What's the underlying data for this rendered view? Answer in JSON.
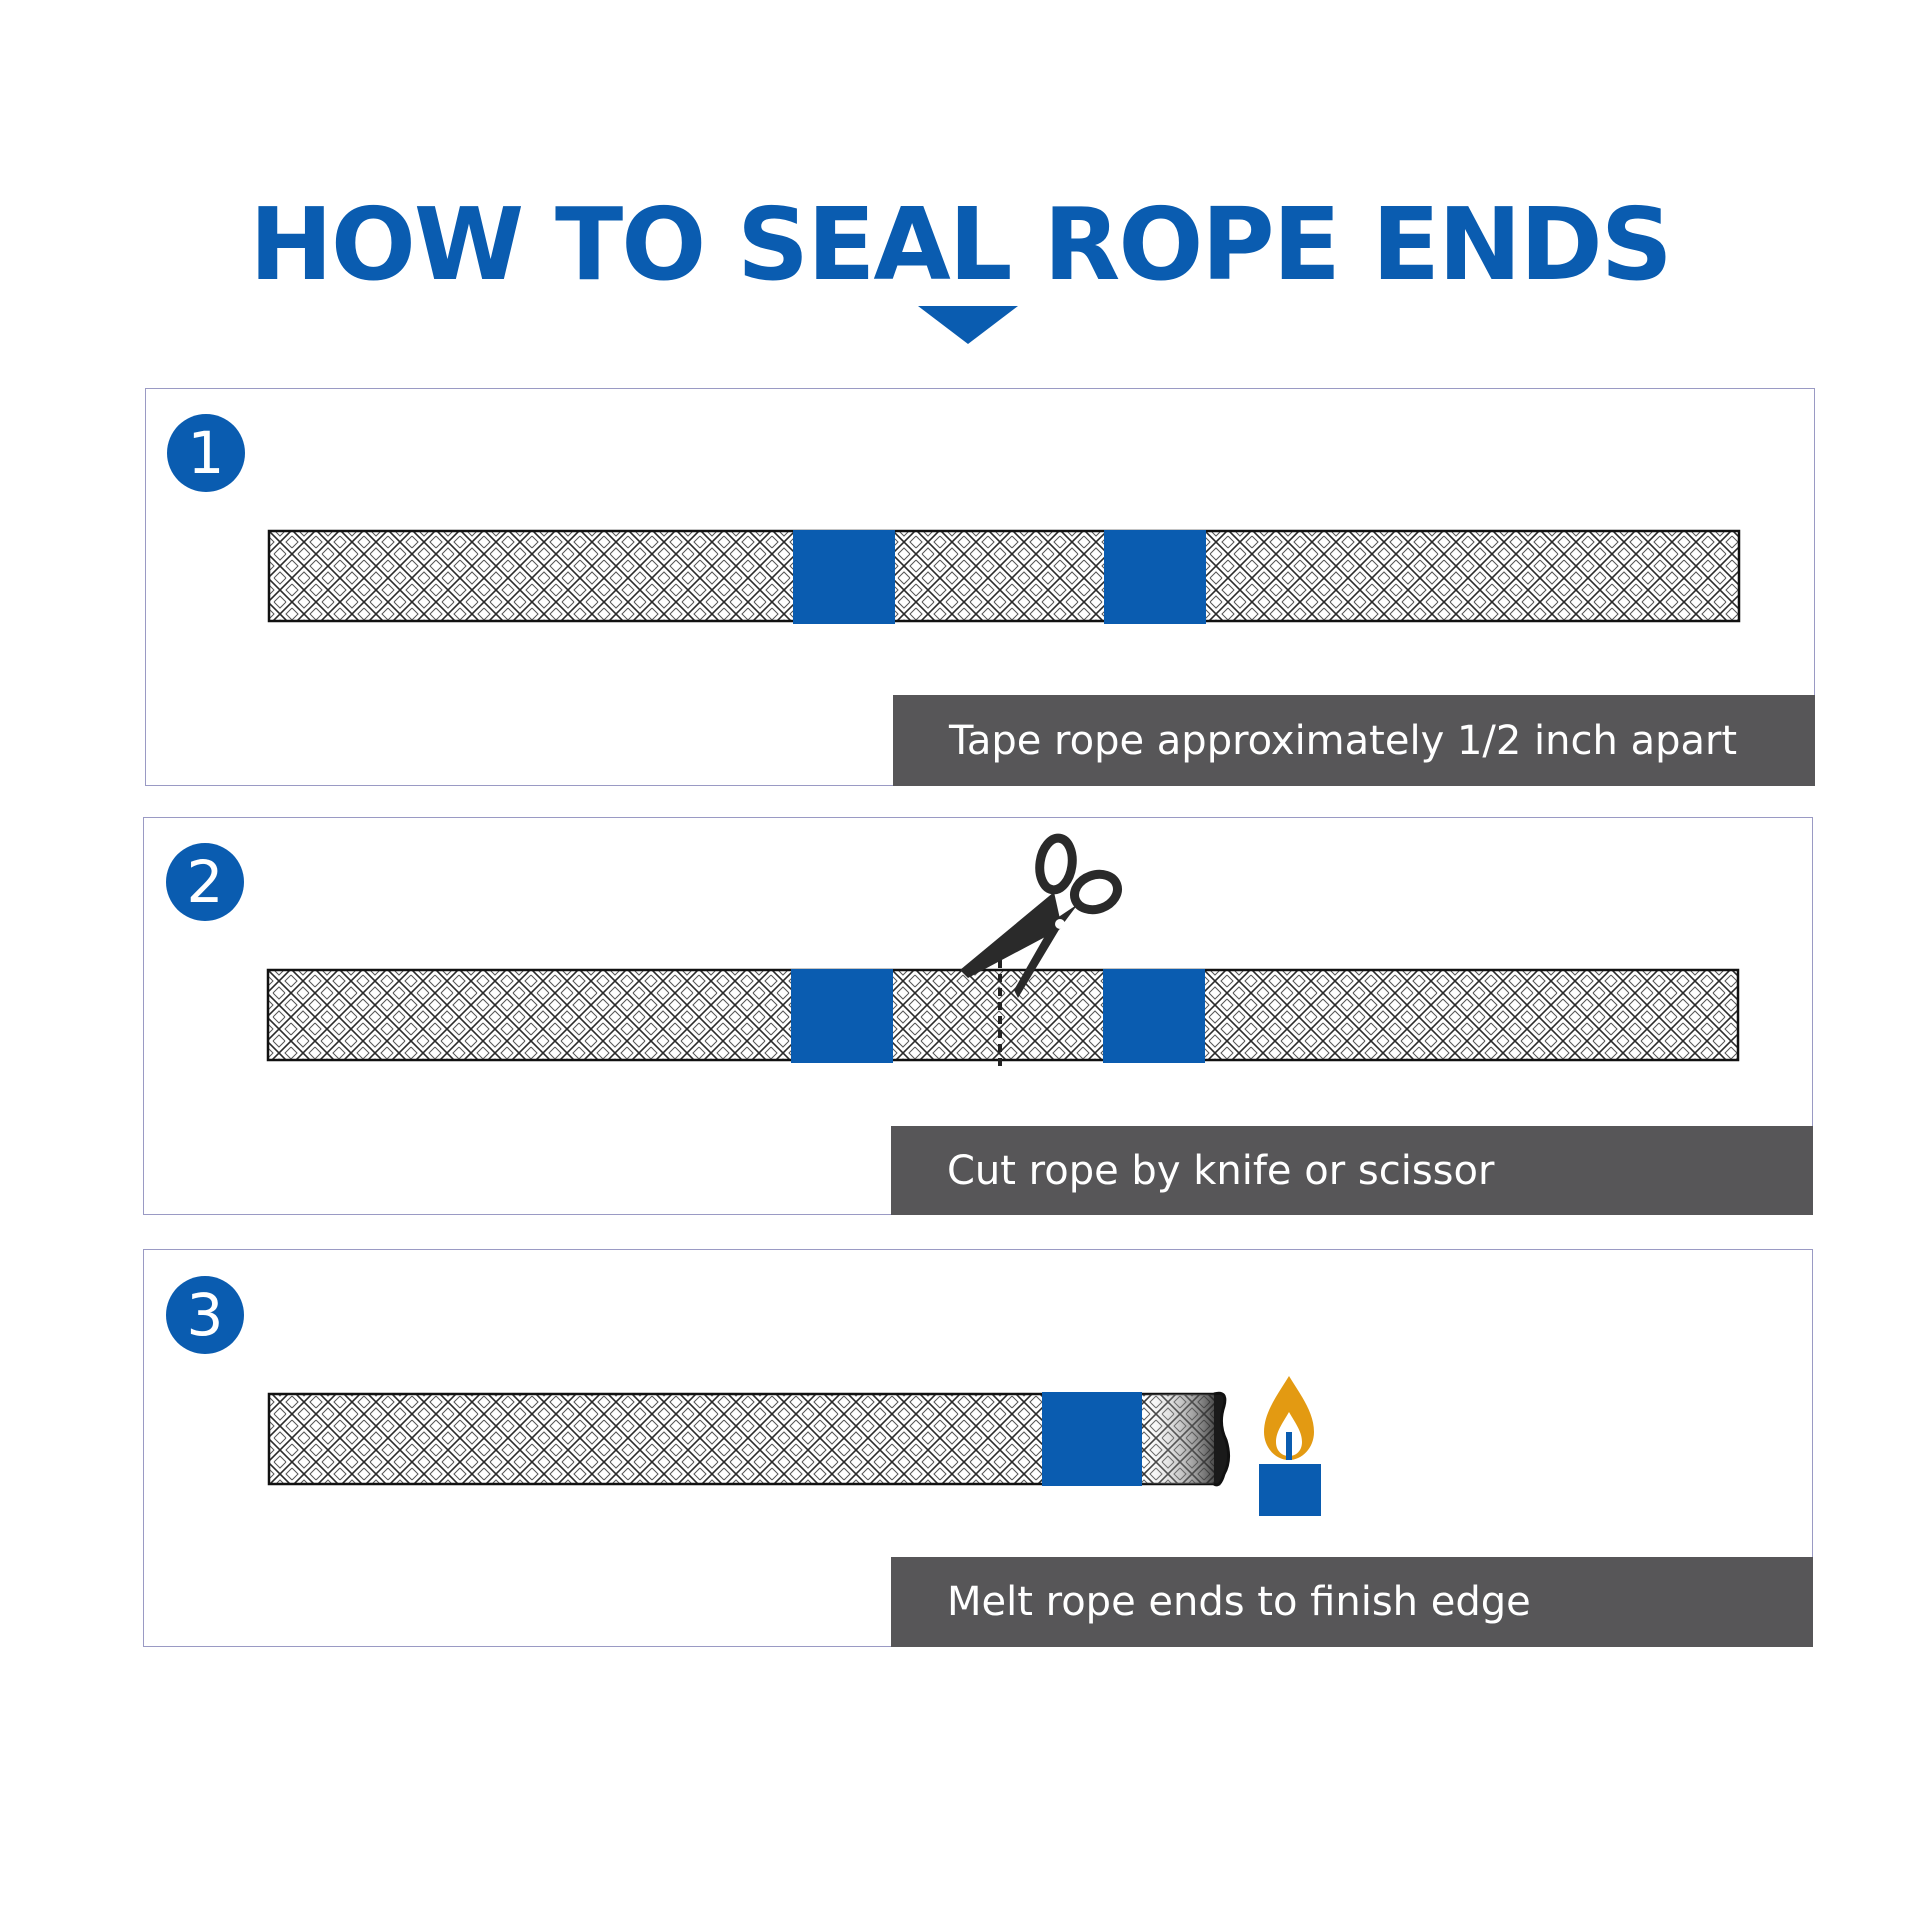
{
  "title": "HOW TO SEAL ROPE ENDS",
  "colors": {
    "brand_blue": "#0a5cb0",
    "caption_bg": "#575658",
    "flame": "#e39a12",
    "panel_border": "#9a9ac4"
  },
  "steps": [
    {
      "number": "1",
      "caption": "Tape rope approximately 1/2 inch apart",
      "icons": []
    },
    {
      "number": "2",
      "caption": "Cut rope by knife or scissor",
      "icons": [
        "scissors-icon",
        "cut-line"
      ]
    },
    {
      "number": "3",
      "caption": "Melt rope ends to finish edge",
      "icons": [
        "candle-flame-icon"
      ]
    }
  ]
}
